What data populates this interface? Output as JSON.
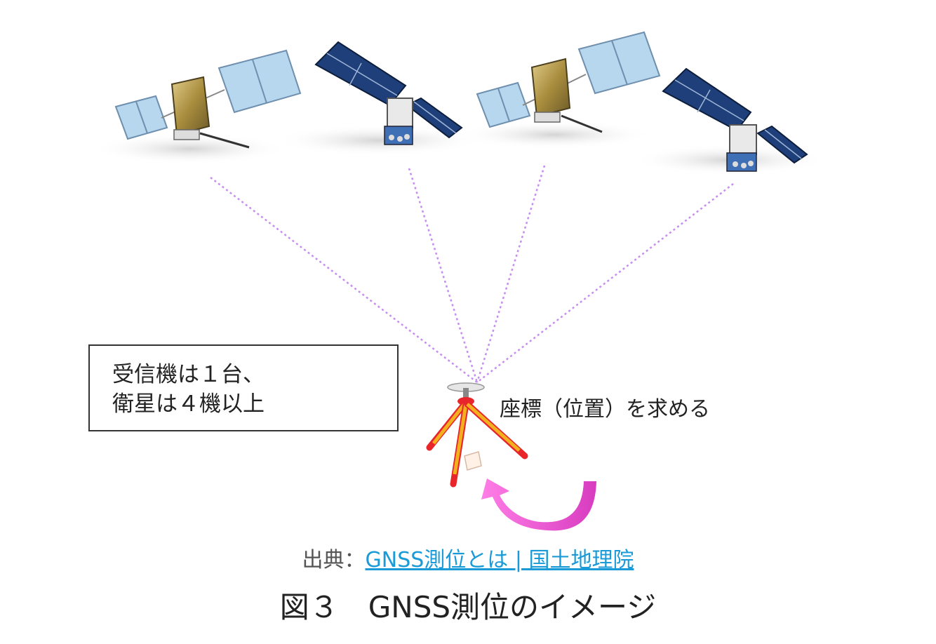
{
  "note": {
    "line1": "受信機は１台、",
    "line2": "衛星は４機以上"
  },
  "result_label": "座標（位置）を求める",
  "source": {
    "prefix": "出典：",
    "link_text": "GNSS測位とは | 国土地理院"
  },
  "caption": "図３　GNSS測位のイメージ",
  "colors": {
    "signal_line": "#c58ef0",
    "arrow": "#e64fcf",
    "tripod_leg": "#f2b01e",
    "tripod_tip": "#e8252a",
    "link": "#1a9bd7",
    "panel_blue": "#1f3f7a",
    "panel_light": "#b7d7ef"
  },
  "icons": [
    "satellite-icon",
    "tripod-receiver-icon",
    "curved-arrow-icon"
  ]
}
